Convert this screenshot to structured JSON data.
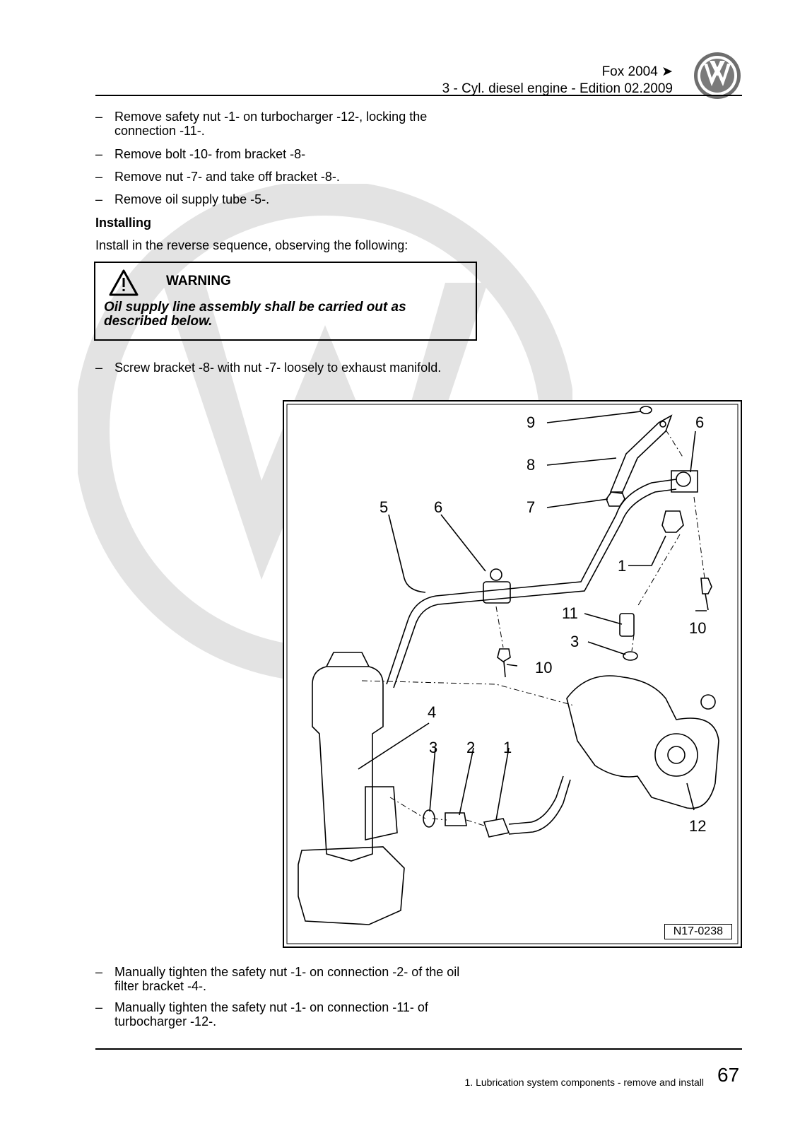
{
  "header": {
    "model": "Fox 2004 ➤",
    "edition": "3 - Cyl. diesel engine - Edition 02.2009"
  },
  "steps_top": [
    "Remove safety nut -1- on turbocharger -12-, locking the connection -11-.",
    "Remove bolt -10- from bracket -8-",
    "Remove nut -7- and take off bracket -8-.",
    "Remove oil supply tube -5-."
  ],
  "installing": {
    "heading": "Installing",
    "intro": "Install in the reverse sequence, observing the following:"
  },
  "warning": {
    "title": "WARNING",
    "text": "Oil supply line assembly shall be carried out as described below."
  },
  "step_bracket": "Screw bracket -8- with nut -7- loosely to exhaust manifold.",
  "figure": {
    "id": "N17-0238",
    "labels": [
      "9",
      "6",
      "8",
      "7",
      "5",
      "6",
      "1",
      "11",
      "10",
      "3",
      "10",
      "4",
      "3",
      "2",
      "1",
      "12"
    ]
  },
  "steps_bottom": [
    "Manually tighten the safety nut -1- on connection -2- of the oil filter bracket -4-.",
    "Manually tighten the safety nut -1- on connection -11- of turbocharger -12-."
  ],
  "footer": {
    "section": "1. Lubrication system components - remove and install",
    "page": "67"
  }
}
